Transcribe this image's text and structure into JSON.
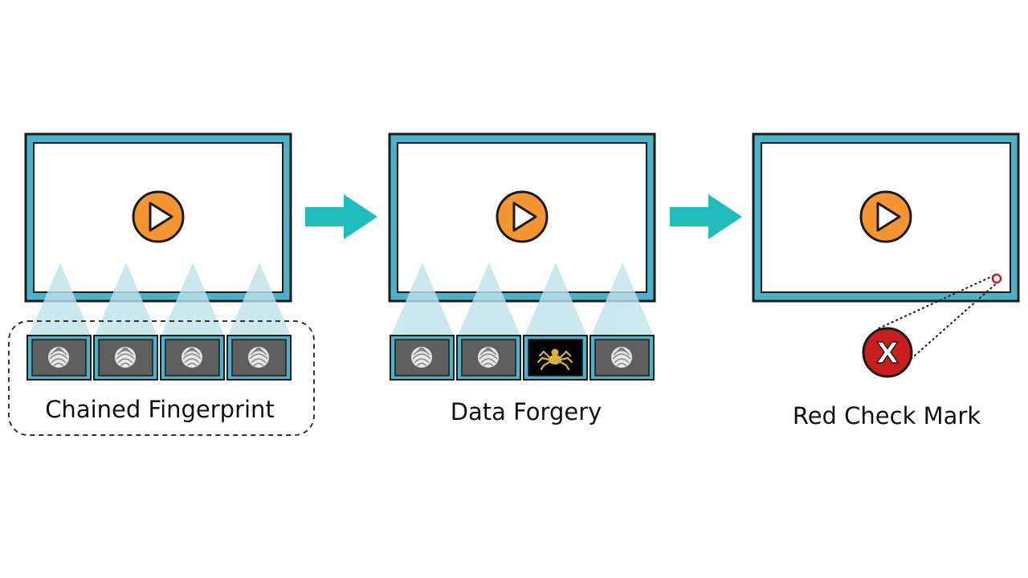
{
  "colors": {
    "frame_outer": "#4ab3c9",
    "frame_inner": "#1a1a1a",
    "play_fill": "#f39530",
    "arrow": "#21bcbc",
    "beam": "#bfe3ec",
    "tile": "#5f5f5f",
    "tile_forged": "#000000",
    "spider": "#d9b43a",
    "alert": "#c81e1e"
  },
  "panels": [
    {
      "name": "chained-fingerprint",
      "caption": "Chained Fingerprint",
      "tiles": [
        {
          "kind": "fingerprint",
          "icon": "fingerprint-icon"
        },
        {
          "kind": "fingerprint",
          "icon": "fingerprint-icon"
        },
        {
          "kind": "fingerprint",
          "icon": "fingerprint-icon"
        },
        {
          "kind": "fingerprint",
          "icon": "fingerprint-icon"
        }
      ],
      "grouped": true
    },
    {
      "name": "data-forgery",
      "caption": "Data Forgery",
      "tiles": [
        {
          "kind": "fingerprint",
          "icon": "fingerprint-icon"
        },
        {
          "kind": "fingerprint",
          "icon": "fingerprint-icon"
        },
        {
          "kind": "forged",
          "icon": "spider-icon"
        },
        {
          "kind": "fingerprint",
          "icon": "fingerprint-icon"
        }
      ],
      "grouped": false
    },
    {
      "name": "red-check-mark",
      "caption": "Red Check Mark",
      "alert_icon": "x-mark-icon",
      "alert_glyph": "X"
    }
  ]
}
